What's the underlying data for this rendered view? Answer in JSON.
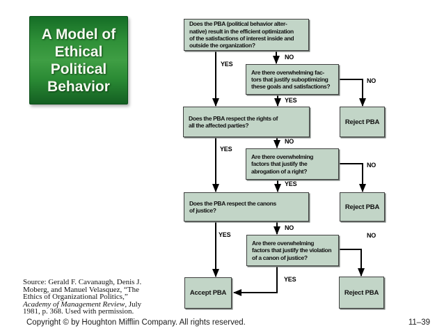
{
  "slide": {
    "title_lines": [
      "A Model of",
      "Ethical",
      "Political",
      "Behavior"
    ],
    "copyright": "Copyright © by Houghton Mifflin Company. All rights reserved.",
    "page_number": "11–39"
  },
  "source_citation": {
    "line1": "Source: Gerald F. Cavanaugh, Denis J.",
    "line2": "Moberg, and Manuel Velasquez, “The",
    "line3": "Ethics of Organizational Politics,”",
    "line4_italic": "Academy of Management Review",
    "line4_rest": ", July",
    "line5": "1981, p. 368. Used with permission."
  },
  "flowchart": {
    "boxes": {
      "q1": {
        "lines": [
          "Does the PBA (political behavior alter-",
          "native) result in the efficient optimization",
          "of the satisfactions of interest inside and",
          "outside the organization?"
        ]
      },
      "q2": {
        "lines": [
          "Are there overwhelming fac-",
          "tors that justify suboptimizing",
          "these goals and satisfactions?"
        ]
      },
      "q3": {
        "lines": [
          "Does the PBA respect the rights of",
          "all the affected parties?"
        ]
      },
      "q4": {
        "lines": [
          "Are there overwhelming",
          "factors that justify the",
          "abrogation of a right?"
        ]
      },
      "q5": {
        "lines": [
          "Does the PBA respect the canons",
          "of justice?"
        ]
      },
      "q6": {
        "lines": [
          "Are there overwhelming",
          "factors that justify the violation",
          "of a canon of justice?"
        ]
      },
      "accept": {
        "label": "Accept PBA"
      },
      "reject1": {
        "label": "Reject PBA"
      },
      "reject2": {
        "label": "Reject PBA"
      },
      "reject3": {
        "label": "Reject PBA"
      }
    },
    "edge_labels": {
      "yes1": "YES",
      "no1": "NO",
      "yes2": "YES",
      "no2": "NO",
      "yes3": "YES",
      "no3": "NO",
      "yes4": "YES",
      "no4": "NO",
      "yes5": "YES",
      "no5": "NO",
      "yes6": "YES",
      "no6": "NO"
    }
  },
  "colors": {
    "background": "#ffffff",
    "box_fill": "#c2d5c7",
    "box_border": "#3d3d3d",
    "title_green_dark": "#145f22",
    "title_green_light": "#3f9e44",
    "title_text": "#f5faf0",
    "arrow": "#000000"
  }
}
